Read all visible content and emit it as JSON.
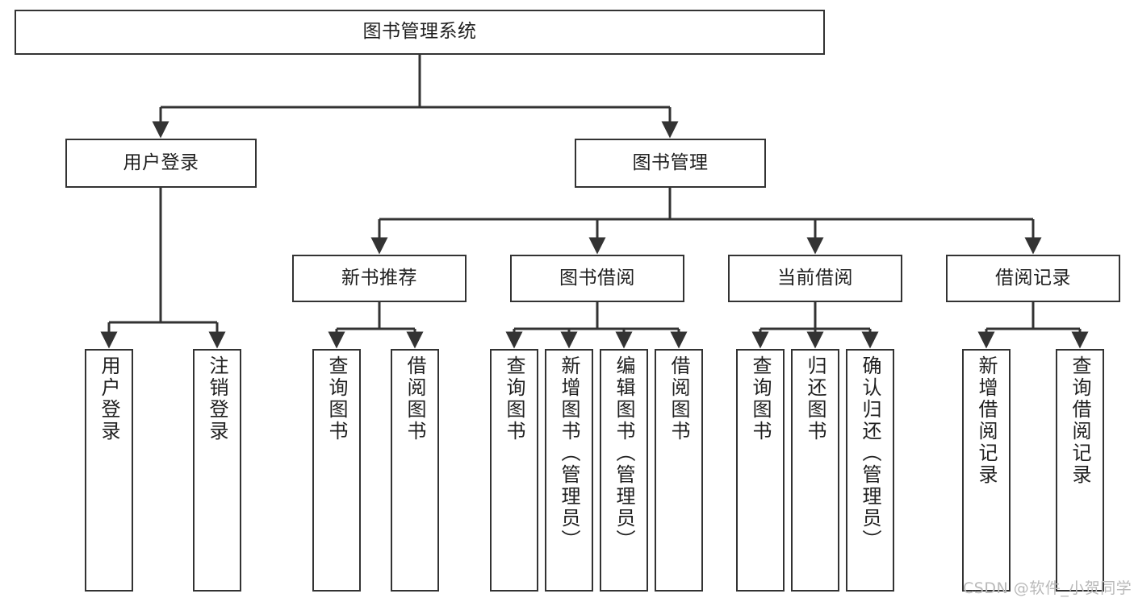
{
  "diagram": {
    "title": "图书管理系统",
    "type": "function-structure-tree",
    "root": {
      "label": "图书管理系统"
    },
    "level2": [
      {
        "label": "用户登录"
      },
      {
        "label": "图书管理"
      }
    ],
    "level3": [
      {
        "label": "新书推荐"
      },
      {
        "label": "图书借阅"
      },
      {
        "label": "当前借阅"
      },
      {
        "label": "借阅记录"
      }
    ],
    "leaves": {
      "user_login": [
        {
          "label": "用户登录"
        },
        {
          "label": "注销登录"
        }
      ],
      "new_book_recommend": [
        {
          "label": "查询图书"
        },
        {
          "label": "借阅图书"
        }
      ],
      "book_borrow": [
        {
          "label": "查询图书"
        },
        {
          "label": "新增图书（管理员）"
        },
        {
          "label": "编辑图书（管理员）"
        },
        {
          "label": "借阅图书"
        }
      ],
      "current_borrow": [
        {
          "label": "查询图书"
        },
        {
          "label": "归还图书"
        },
        {
          "label": "确认归还（管理员）"
        }
      ],
      "borrow_record": [
        {
          "label": "新增借阅记录"
        },
        {
          "label": "查询借阅记录"
        }
      ]
    }
  },
  "watermark": {
    "text": "CSDN @软件_小贺同学"
  },
  "colors": {
    "box_border": "#333333",
    "box_fill": "#ffffff",
    "edge": "#333333",
    "text": "#1f1f1f",
    "watermark": "#b9b9b9"
  }
}
